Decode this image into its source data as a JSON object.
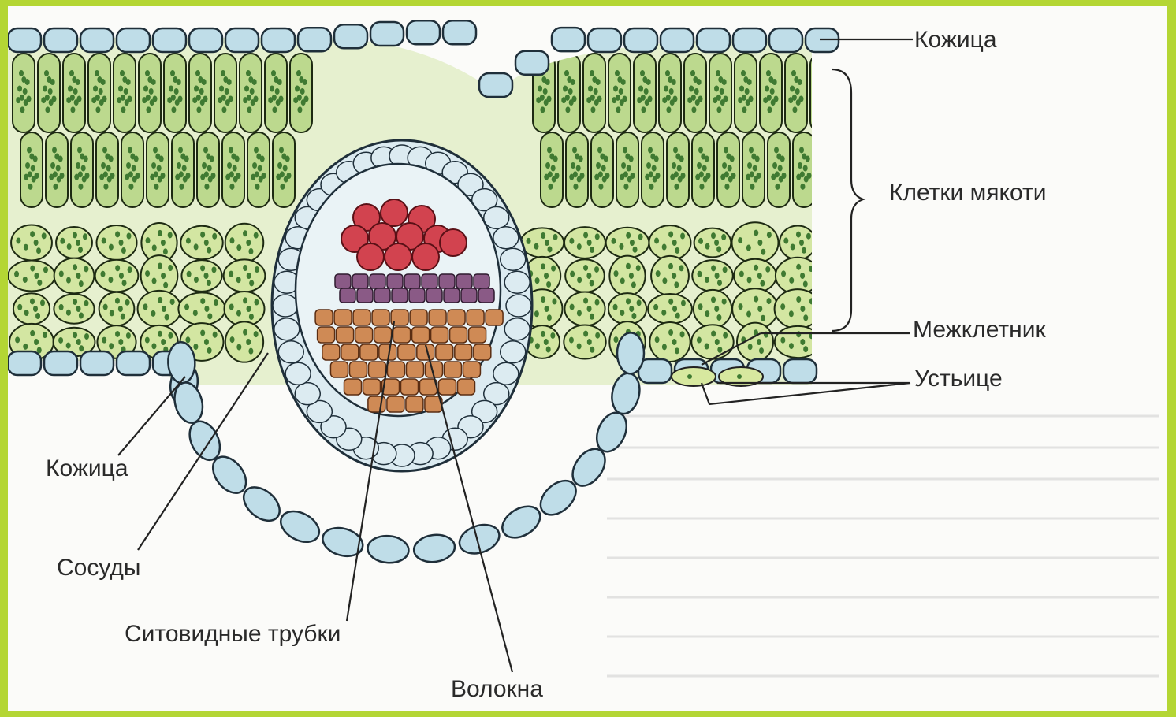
{
  "labels": {
    "epidermis_top": "Кожица",
    "mesophyll": "Клетки мякоти",
    "intercellular": "Межклетник",
    "stoma": "Устьице",
    "epidermis_bottom": "Кожица",
    "vessels": "Сосуды",
    "sieve_tubes": "Ситовидные трубки",
    "fibers": "Волокна"
  },
  "colors": {
    "frame": "#b4d634",
    "background": "#fbfbf9",
    "epidermis": "#bfdde8",
    "palisade": "#bcd98e",
    "spongy": "#d3e6a2",
    "chloroplast": "#3f7a32",
    "bundle_sheath": "#dcebf1",
    "vessels": "#d2434f",
    "phloem": "#8a5a86",
    "fibers": "#cf8a55"
  }
}
